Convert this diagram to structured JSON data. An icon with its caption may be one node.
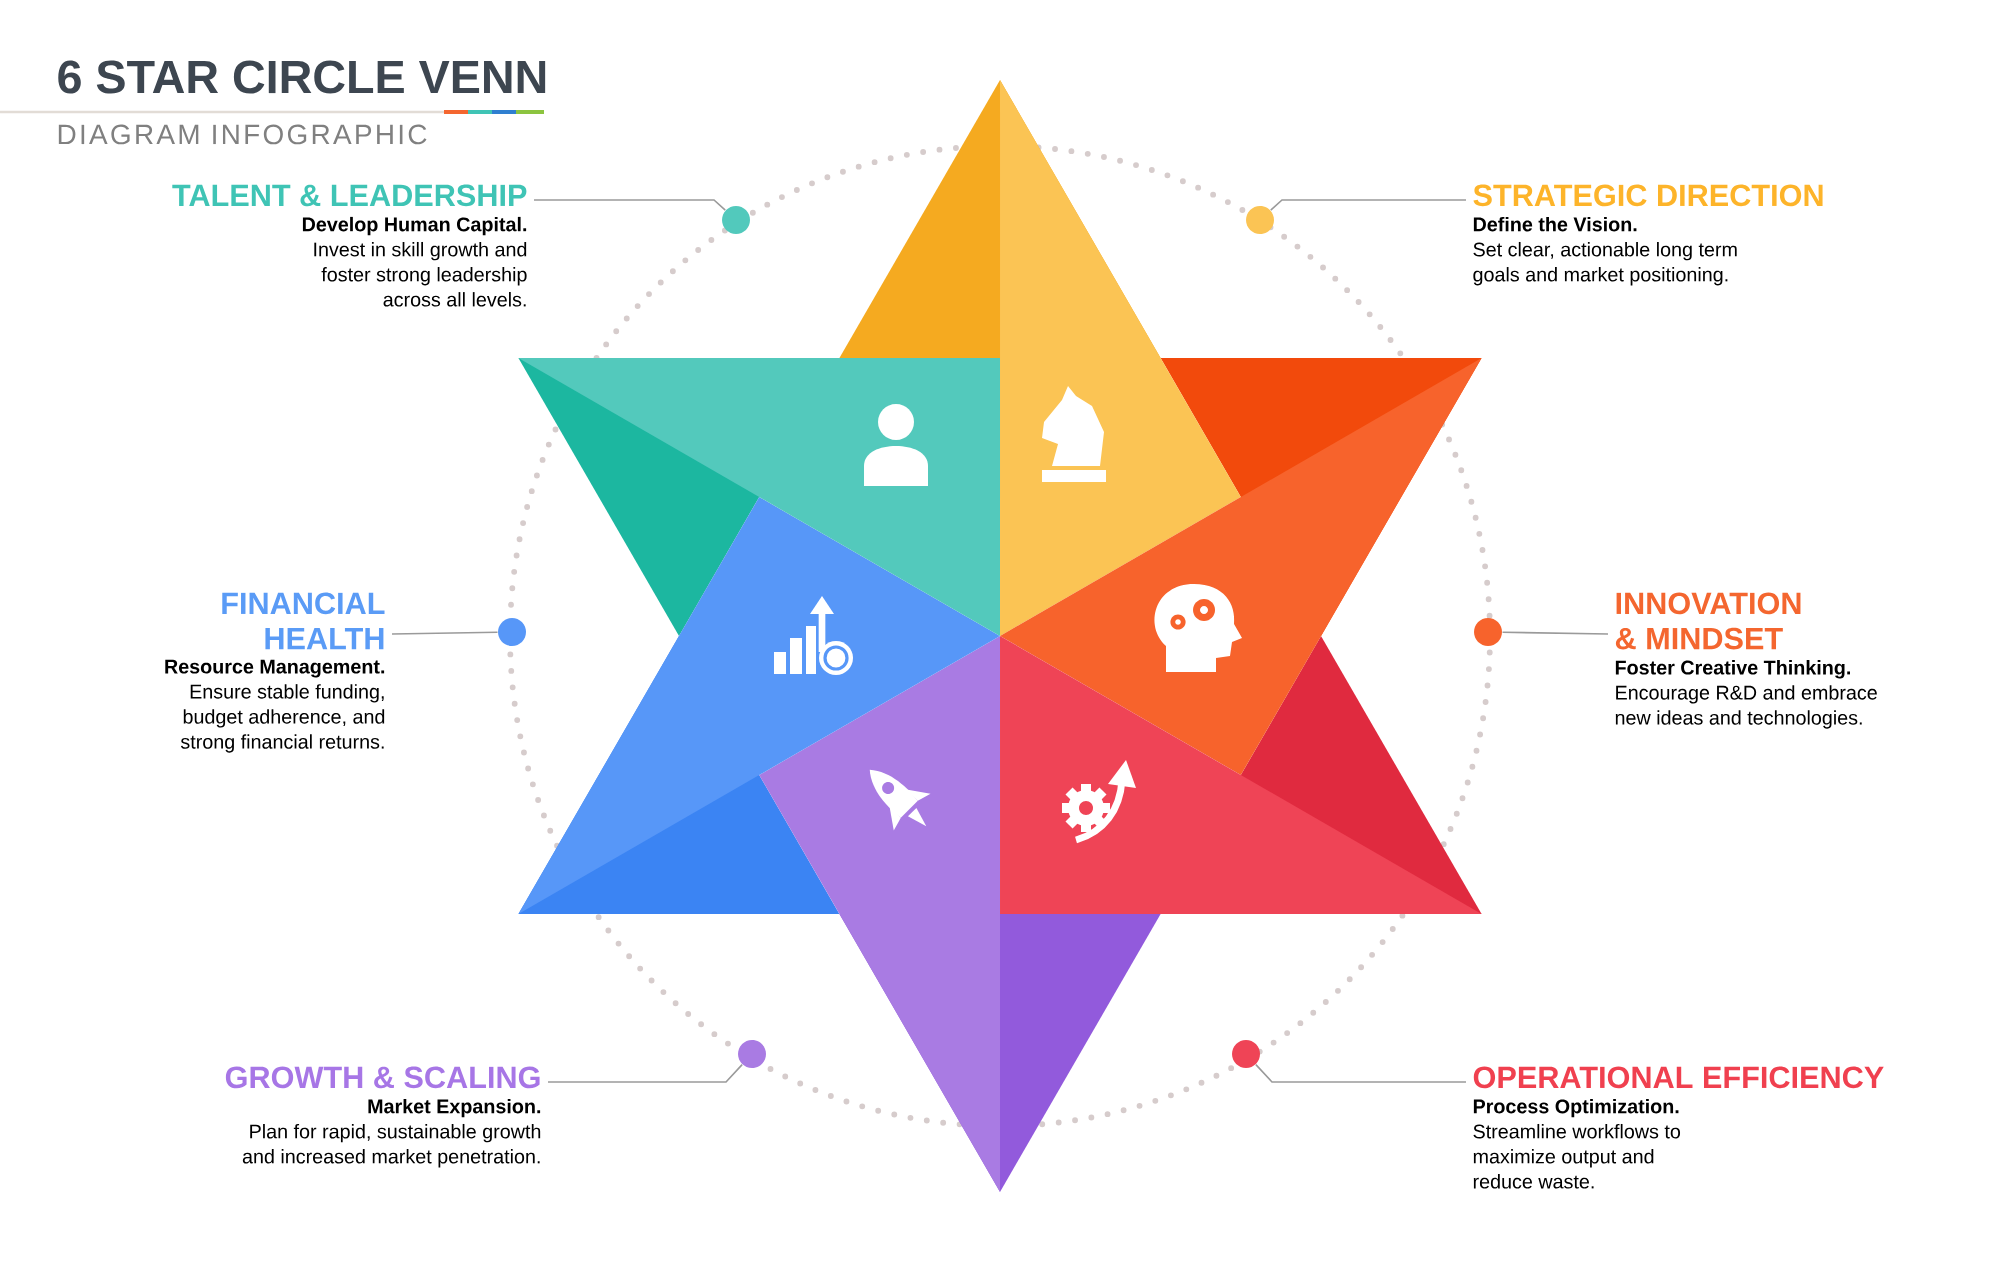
{
  "diagram": {
    "title": "6 STAR CIRCLE VENN",
    "nodes": [
      {
        "text": [
          "TALENT & LEADERSHIP",
          "Develop Human Capital.",
          "Invest in skill growth and foster strong leadership across all levels."
        ]
      },
      {
        "text": [
          "STRATEGIC DIRECTION",
          "Define the Vision.",
          "Set clear, actionable long term goals and market positioning."
        ]
      },
      {
        "text": [
          "FINANCIAL HEALTH",
          "Resource Management.",
          "Ensure stable funding, budget adherence, and strong financial returns."
        ]
      },
      {
        "text": [
          "INNOVATION & MINDSET",
          "Foster Creative Thinking.",
          "Encourage R&D and embrace new ideas and technologies."
        ]
      },
      {
        "text": [
          "GROWTH & SCALING",
          "Market Expansion.",
          "Plan for rapid, sustainable growth and increased market penetration."
        ]
      },
      {
        "text": [
          "OPERATIONAL EFFICIENCY",
          "Process Optimization.",
          "Streamline workflows to maximize output and reduce waste."
        ]
      },
      {
        "text": [],
        "shape": "circle"
      },
      {
        "text": [],
        "shape": "circle"
      },
      {
        "text": [],
        "shape": "circle"
      },
      {
        "text": [],
        "shape": "circle"
      },
      {
        "text": [],
        "shape": "circle"
      },
      {
        "text": [],
        "shape": "circle"
      }
    ],
    "edges": [
      {
        "from": 0,
        "to": 6,
        "arrow": "none"
      },
      {
        "from": 1,
        "to": 7,
        "arrow": "none"
      },
      {
        "from": 2,
        "to": 8,
        "arrow": "none"
      },
      {
        "from": 3,
        "to": 9,
        "arrow": "none"
      },
      {
        "from": 4,
        "to": 10,
        "arrow": "none"
      },
      {
        "from": 5,
        "to": 11,
        "arrow": "none"
      }
    ],
    "labels": [
      "DIAGRAM INFOGRAPHIC"
    ]
  }
}
